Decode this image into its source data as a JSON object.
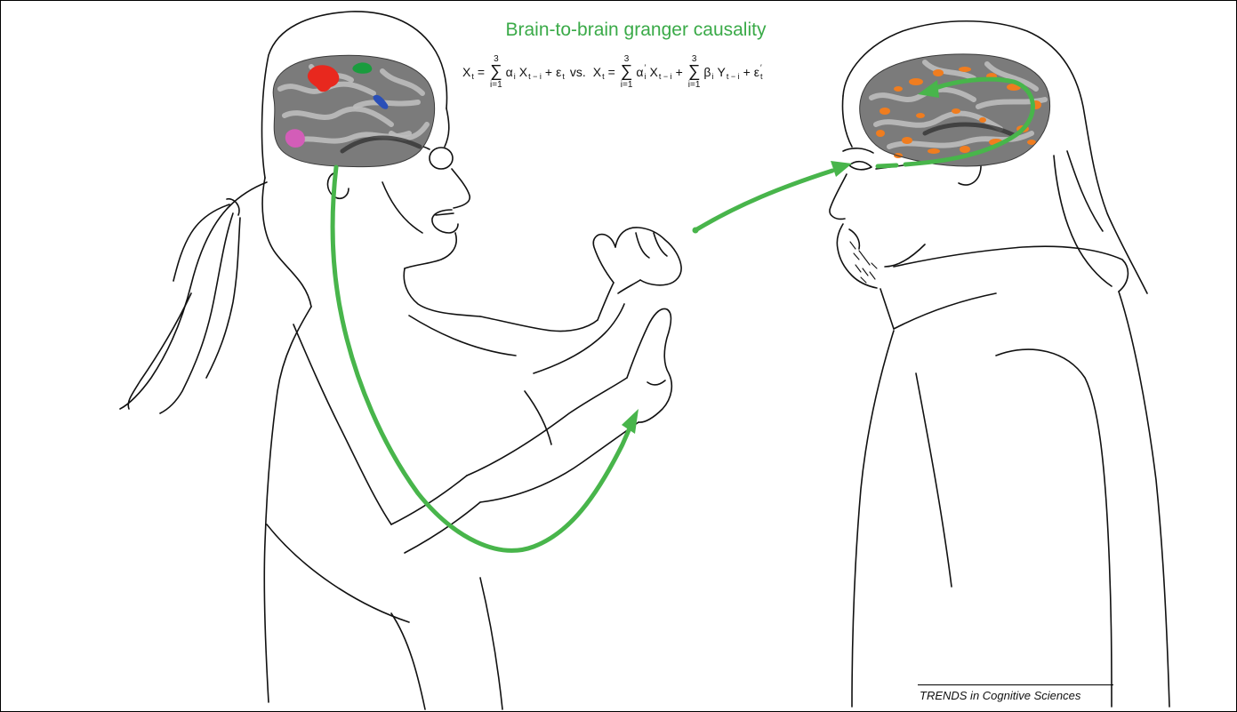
{
  "figure": {
    "title": "Brain-to-brain granger causality",
    "credit": "TRENDS in Cognitive Sciences"
  },
  "equation": {
    "restricted": {
      "lhs": {
        "base": "X",
        "sub": "t"
      },
      "equals": "=",
      "sum": {
        "upper": "3",
        "symbol": "∑",
        "lower": "i=1"
      },
      "coef": {
        "base": "α",
        "sub": "i"
      },
      "lag": {
        "base": "X",
        "sub": "t − i"
      },
      "plus": "+",
      "error": {
        "base": "ε",
        "sub": "t"
      }
    },
    "versus": "vs.",
    "full": {
      "lhs": {
        "base": "X",
        "sub": "t"
      },
      "equals": "=",
      "sum1": {
        "upper": "3",
        "symbol": "∑",
        "lower": "i=1"
      },
      "coef1": {
        "base": "α",
        "prime": "′",
        "sub": "i"
      },
      "lag1": {
        "base": "X",
        "sub": "t − i"
      },
      "plus1": "+",
      "sum2": {
        "upper": "3",
        "symbol": "∑",
        "lower": "i=1"
      },
      "coef2": {
        "base": "β",
        "sub": "i"
      },
      "lag2": {
        "base": "Y",
        "sub": "t − i"
      },
      "plus2": "+",
      "error": {
        "base": "ε",
        "prime": "′",
        "sub": "t"
      }
    }
  },
  "colors": {
    "title": "#3aaa48",
    "arrow": "#48b54b",
    "brain": "#7b7b7b",
    "blob_red": "#e8281e",
    "blob_green": "#1a9c3e",
    "blob_blue": "#2a4fb8",
    "blob_pink": "#d35db8",
    "blob_orange": "#f07d1f"
  }
}
